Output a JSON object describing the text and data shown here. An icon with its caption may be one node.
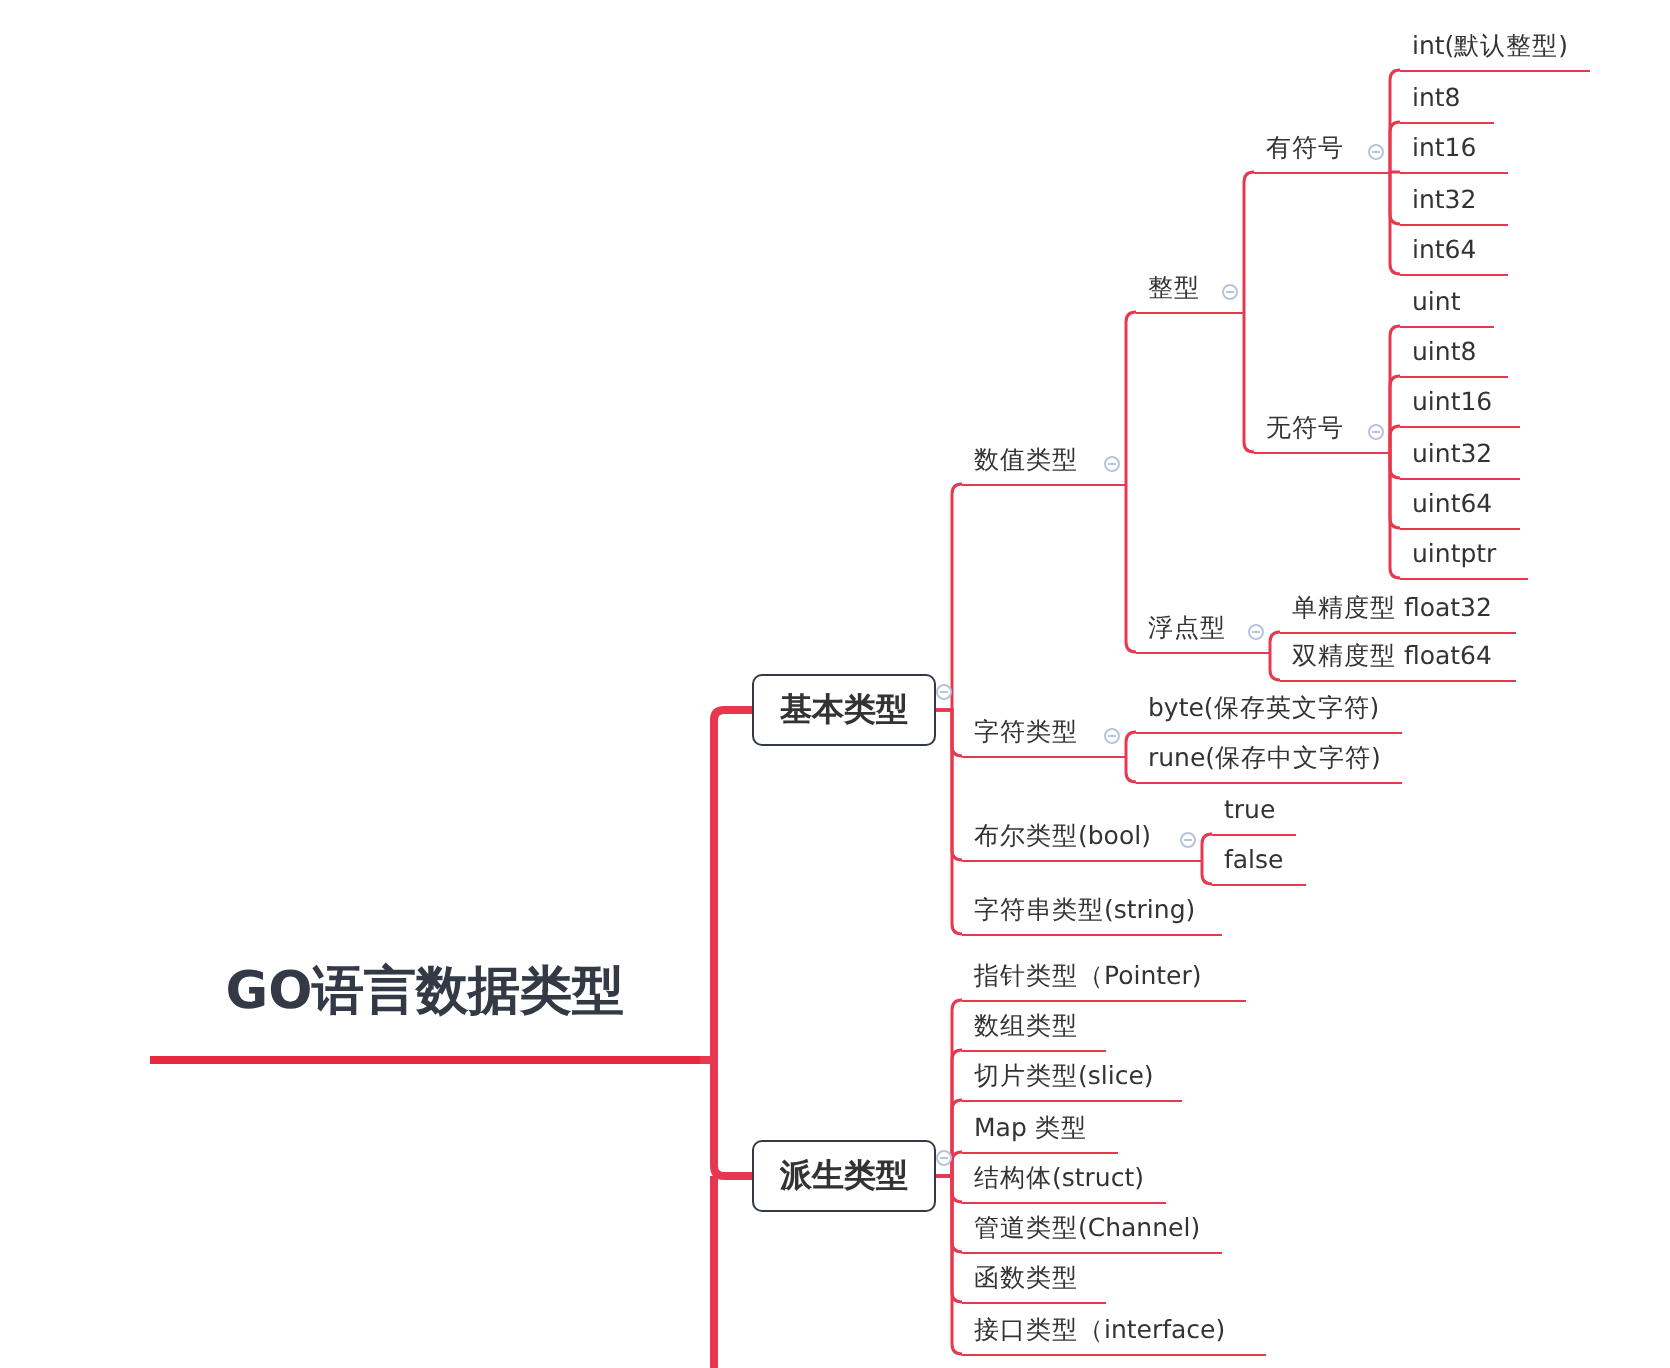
{
  "diagram": {
    "nodes": [
      {
        "text": [
          "GO语言数据类型"
        ]
      },
      {
        "text": [
          "基本类型"
        ]
      },
      {
        "text": [
          "数值类型"
        ]
      },
      {
        "text": [
          "整型"
        ]
      },
      {
        "text": [
          "有符号"
        ]
      },
      {
        "text": [
          "int(默认整型)"
        ]
      },
      {
        "text": [
          "int8"
        ]
      },
      {
        "text": [
          "int16"
        ]
      },
      {
        "text": [
          "int32"
        ]
      },
      {
        "text": [
          "int64"
        ]
      },
      {
        "text": [
          "无符号"
        ]
      },
      {
        "text": [
          "uint"
        ]
      },
      {
        "text": [
          "uint8"
        ]
      },
      {
        "text": [
          "uint16"
        ]
      },
      {
        "text": [
          "uint32"
        ]
      },
      {
        "text": [
          "uint64"
        ]
      },
      {
        "text": [
          "uintptr"
        ]
      },
      {
        "text": [
          "浮点型"
        ]
      },
      {
        "text": [
          "单精度型 float32"
        ]
      },
      {
        "text": [
          "双精度型 float64"
        ]
      },
      {
        "text": [
          "字符类型"
        ]
      },
      {
        "text": [
          "byte(保存英文字符)"
        ]
      },
      {
        "text": [
          "rune(保存中文字符)"
        ]
      },
      {
        "text": [
          "布尔类型(bool)"
        ]
      },
      {
        "text": [
          "true"
        ]
      },
      {
        "text": [
          "false"
        ]
      },
      {
        "text": [
          "字符串类型(string)"
        ]
      },
      {
        "text": [
          "派生类型"
        ]
      },
      {
        "text": [
          "指针类型（Pointer)"
        ]
      },
      {
        "text": [
          "数组类型"
        ]
      },
      {
        "text": [
          "切片类型(slice)"
        ]
      },
      {
        "text": [
          "Map 类型"
        ]
      },
      {
        "text": [
          "结构体(struct)"
        ]
      },
      {
        "text": [
          "管道类型(Channel)"
        ]
      },
      {
        "text": [
          "函数类型"
        ]
      },
      {
        "text": [
          "接口类型（interface)"
        ]
      }
    ],
    "edges": [
      {
        "from": 0,
        "to": 1,
        "arrow": "none",
        "style": "thick"
      },
      {
        "from": 1,
        "to": 2,
        "arrow": "none"
      },
      {
        "from": 2,
        "to": 3,
        "arrow": "none"
      },
      {
        "from": 3,
        "to": 4,
        "arrow": "none"
      },
      {
        "from": 4,
        "to": 5,
        "arrow": "none"
      },
      {
        "from": 4,
        "to": 6,
        "arrow": "none"
      },
      {
        "from": 4,
        "to": 7,
        "arrow": "none"
      },
      {
        "from": 4,
        "to": 8,
        "arrow": "none"
      },
      {
        "from": 4,
        "to": 9,
        "arrow": "none"
      },
      {
        "from": 3,
        "to": 10,
        "arrow": "none"
      },
      {
        "from": 10,
        "to": 11,
        "arrow": "none"
      },
      {
        "from": 10,
        "to": 12,
        "arrow": "none"
      },
      {
        "from": 10,
        "to": 13,
        "arrow": "none"
      },
      {
        "from": 10,
        "to": 14,
        "arrow": "none"
      },
      {
        "from": 10,
        "to": 15,
        "arrow": "none"
      },
      {
        "from": 10,
        "to": 16,
        "arrow": "none"
      },
      {
        "from": 2,
        "to": 17,
        "arrow": "none"
      },
      {
        "from": 17,
        "to": 18,
        "arrow": "none"
      },
      {
        "from": 17,
        "to": 19,
        "arrow": "none"
      },
      {
        "from": 1,
        "to": 20,
        "arrow": "none"
      },
      {
        "from": 20,
        "to": 21,
        "arrow": "none"
      },
      {
        "from": 20,
        "to": 22,
        "arrow": "none"
      },
      {
        "from": 1,
        "to": 23,
        "arrow": "none"
      },
      {
        "from": 23,
        "to": 24,
        "arrow": "none"
      },
      {
        "from": 23,
        "to": 25,
        "arrow": "none"
      },
      {
        "from": 1,
        "to": 26,
        "arrow": "none"
      },
      {
        "from": 0,
        "to": 27,
        "arrow": "none",
        "style": "thick"
      },
      {
        "from": 27,
        "to": 28,
        "arrow": "none"
      },
      {
        "from": 27,
        "to": 29,
        "arrow": "none"
      },
      {
        "from": 27,
        "to": 30,
        "arrow": "none"
      },
      {
        "from": 27,
        "to": 31,
        "arrow": "none"
      },
      {
        "from": 27,
        "to": 32,
        "arrow": "none"
      },
      {
        "from": 27,
        "to": 33,
        "arrow": "none"
      },
      {
        "from": 27,
        "to": 34,
        "arrow": "none"
      },
      {
        "from": 27,
        "to": 35,
        "arrow": "none"
      }
    ]
  }
}
